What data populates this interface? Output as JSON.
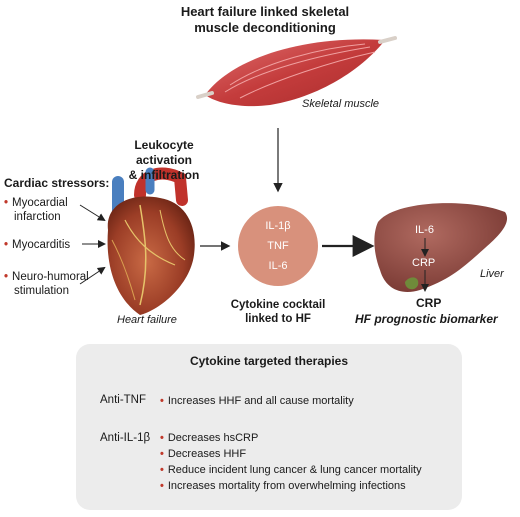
{
  "top_title": [
    "Heart failure linked skeletal",
    "muscle deconditioning"
  ],
  "skeletal_muscle_label": "Skeletal muscle",
  "leukocyte_title": [
    "Leukocyte activation",
    "& infiltration"
  ],
  "cardiac_stressors_title": "Cardiac stressors:",
  "stressors": [
    [
      "Myocardial",
      "infarction"
    ],
    [
      "Myocarditis"
    ],
    [
      "Neuro-humoral",
      "stimulation"
    ]
  ],
  "heart_failure_label": "Heart failure",
  "cytokines": [
    "IL-1β",
    "TNF",
    "IL-6"
  ],
  "cytokine_cocktail_label": [
    "Cytokine cocktail",
    "linked to HF"
  ],
  "liver": {
    "il6": "IL-6",
    "crp": "CRP",
    "label": "Liver"
  },
  "crp_title": "CRP",
  "crp_subtitle": "HF prognostic biomarker",
  "therapies_title": "Cytokine targeted therapies",
  "therapies": [
    {
      "name": "Anti-TNF",
      "effects": [
        "Increases HHF and all cause mortality"
      ]
    },
    {
      "name": "Anti-IL-1β",
      "effects": [
        "Decreases hsCRP",
        "Decreases HHF",
        "Reduce incident lung cancer & lung cancer mortality",
        "Increases mortality from overwhelming infections"
      ]
    }
  ],
  "colors": {
    "bullet": "#c0392b",
    "cytokine_circle": "#d8917c",
    "panel": "#ececec",
    "muscle": "#c94a4a",
    "liver": "#8e4a43"
  }
}
